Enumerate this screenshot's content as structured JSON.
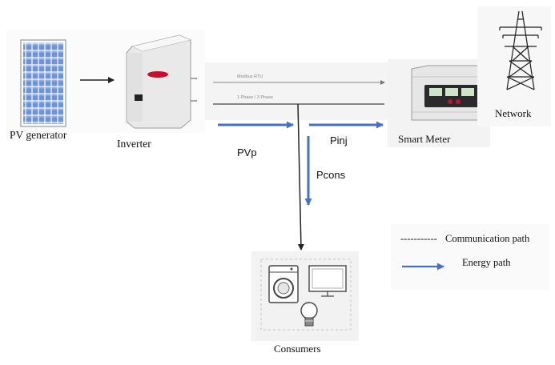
{
  "components": {
    "pv_generator": "PV generator",
    "inverter": "Inverter",
    "smart_meter": "Smart Meter",
    "network": "Network",
    "consumers": "Consumers"
  },
  "bus": {
    "top_line": "Modbus RTU",
    "bottom_line": "1 Phase / 3 Phase"
  },
  "flows": {
    "pv_power": "PVp",
    "injected_power": "Pinj",
    "consumed_power": "Pcons"
  },
  "legend": {
    "communication_path": "Communication path",
    "communication_prefix": "-----------",
    "energy_path": "Energy path"
  },
  "colors": {
    "energy_arrow": "#4472c4",
    "panel_cell": "#5b7fc4",
    "frame_line": "#333333",
    "logo_red": "#c8102e"
  }
}
